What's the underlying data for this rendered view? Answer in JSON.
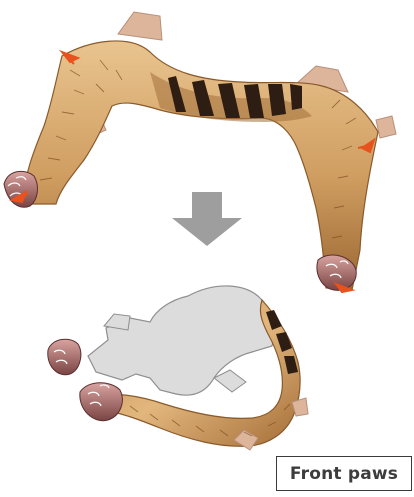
{
  "caption": {
    "label": "Front paws"
  },
  "colors": {
    "fur_light": "#e6bf8b",
    "fur_mid": "#c9965a",
    "fur_dark": "#8a5a2b",
    "stripe": "#2e1d12",
    "tab": "#d9b196",
    "tab_outline": "#b8907a",
    "paw_pink": "#c98a8a",
    "paw_dark": "#5a2f2f",
    "arrow_marker": "#e8521d",
    "down_arrow": "#9e9e9e",
    "backside": "#dcdcdc",
    "backside_outline": "#8f8f8f"
  },
  "illustration": {
    "top_piece": "front-paws-flat-cutout",
    "arrow": "down-arrow",
    "bottom_piece": "front-paws-folded"
  }
}
